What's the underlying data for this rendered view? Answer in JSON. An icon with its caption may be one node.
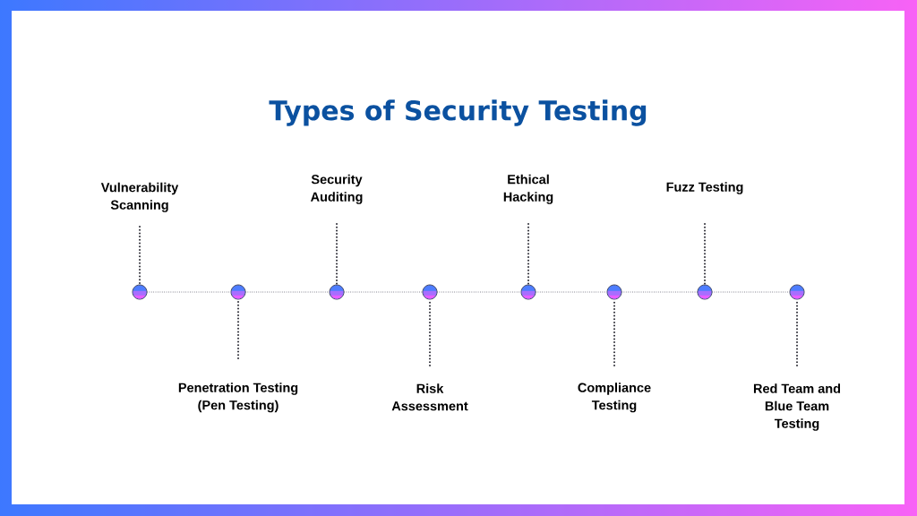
{
  "diagram": {
    "title": "Types of Security Testing",
    "nodes": [
      {
        "text": [
          "Vulnerability Scanning"
        ]
      },
      {
        "text": [
          "Penetration Testing (Pen Testing)"
        ]
      },
      {
        "text": [
          "Security Auditing"
        ]
      },
      {
        "text": [
          "Risk Assessment"
        ]
      },
      {
        "text": [
          "Ethical Hacking"
        ]
      },
      {
        "text": [
          "Compliance Testing"
        ]
      },
      {
        "text": [
          "Fuzz Testing"
        ]
      },
      {
        "text": [
          "Red Team and Blue Team Testing"
        ]
      },
      {
        "text": [],
        "shape": "circle"
      },
      {
        "text": [],
        "shape": "circle"
      },
      {
        "text": [],
        "shape": "circle"
      },
      {
        "text": [],
        "shape": "circle"
      },
      {
        "text": [],
        "shape": "circle"
      },
      {
        "text": [],
        "shape": "circle"
      },
      {
        "text": [],
        "shape": "circle"
      },
      {
        "text": [],
        "shape": "circle"
      }
    ],
    "edges": [
      {
        "from": 8,
        "to": 9,
        "arrow": "none"
      },
      {
        "from": 9,
        "to": 10,
        "arrow": "none"
      },
      {
        "from": 10,
        "to": 11,
        "arrow": "none"
      },
      {
        "from": 11,
        "to": 12,
        "arrow": "none"
      },
      {
        "from": 12,
        "to": 13,
        "arrow": "none"
      },
      {
        "from": 13,
        "to": 14,
        "arrow": "none"
      },
      {
        "from": 14,
        "to": 15,
        "arrow": "none"
      },
      {
        "from": 0,
        "to": 8,
        "arrow": "none",
        "style": "dashed"
      },
      {
        "from": 1,
        "to": 9,
        "arrow": "none",
        "style": "dashed"
      },
      {
        "from": 2,
        "to": 10,
        "arrow": "none",
        "style": "dashed"
      },
      {
        "from": 3,
        "to": 11,
        "arrow": "none",
        "style": "dashed"
      },
      {
        "from": 4,
        "to": 12,
        "arrow": "none",
        "style": "dashed"
      },
      {
        "from": 5,
        "to": 13,
        "arrow": "none",
        "style": "dashed"
      },
      {
        "from": 6,
        "to": 14,
        "arrow": "none",
        "style": "dashed"
      },
      {
        "from": 7,
        "to": 15,
        "arrow": "none",
        "style": "dashed"
      }
    ]
  }
}
